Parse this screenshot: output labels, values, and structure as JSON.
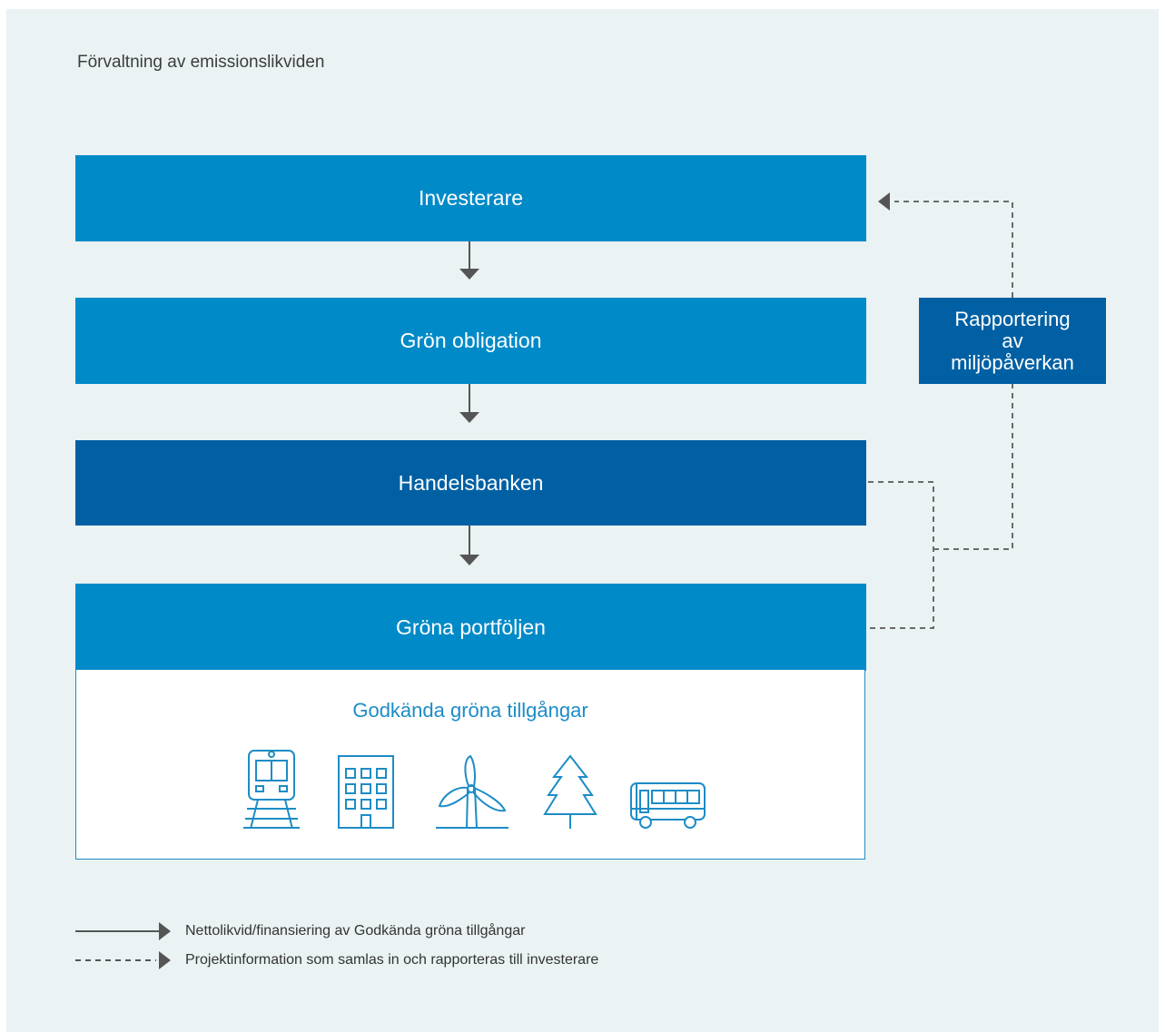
{
  "title": "Förvaltning av emissionslikviden",
  "flow": {
    "investors": "Investerare",
    "green_bond": "Grön obligation",
    "bank": "Handelsbanken",
    "portfolio": "Gröna portföljen"
  },
  "reporting": {
    "line1": "Rapportering",
    "line2": "av",
    "line3": "miljöpåverkan"
  },
  "assets": {
    "title": "Godkända gröna tillgångar",
    "icons": [
      "train-icon",
      "building-icon",
      "wind-turbine-icon",
      "tree-icon",
      "bus-icon"
    ]
  },
  "legend": {
    "solid": "Nettolikvid/finansiering av Godkända gröna tillgångar",
    "dashed": "Projektinformation som samlas in och rapporteras till investerare"
  },
  "colors": {
    "background": "#eaf2f3",
    "light_blue": "#018ac8",
    "dark_blue": "#0060a3",
    "arrow_gray": "#555555"
  }
}
